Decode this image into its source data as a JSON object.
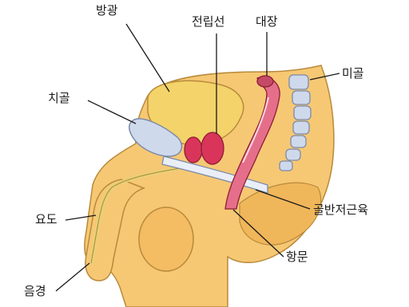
{
  "labels": {
    "bladder": "방광",
    "prostate": "전립선",
    "colon": "대장",
    "coccyx": "미골",
    "pubic_bone": "치골",
    "urethra": "요도",
    "pelvic_floor_muscle": "골반저근육",
    "anus": "항문",
    "penis": "음경"
  },
  "colors": {
    "skin": "#f6c874",
    "skin_outline": "#b88a3a",
    "bladder": "#f3d36a",
    "prostate": "#d9355a",
    "colon": "#e56f8a",
    "bone": "#cfd9ec",
    "leader_line": "#1a1a1a"
  }
}
